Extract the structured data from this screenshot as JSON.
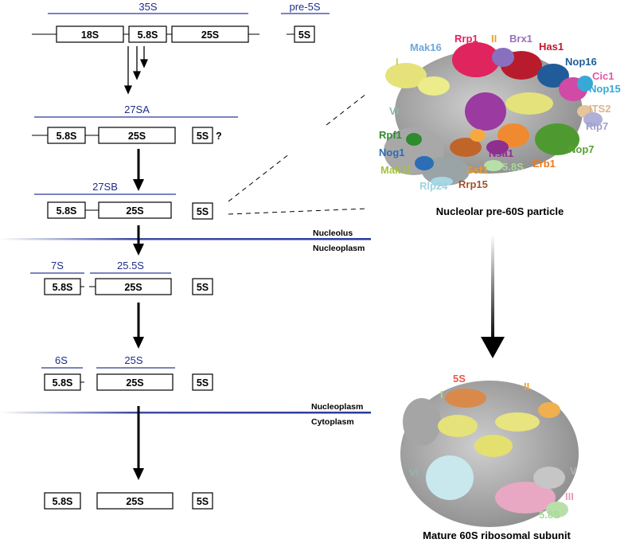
{
  "precursors": {
    "r35S": "35S",
    "pre5S": "pre-5S",
    "r27SA": "27SA",
    "r27SB": "27SB",
    "r7S": "7S",
    "r25_5S": "25.5S",
    "r6S": "6S",
    "r25S": "25S"
  },
  "rna": {
    "s18": "18S",
    "s58": "5.8S",
    "s25": "25S",
    "s5": "5S",
    "question": "?"
  },
  "compartments": {
    "nucleolus": "Nucleolus",
    "nucleoplasm_1": "Nucleoplasm",
    "nucleoplasm_2": "Nucleoplasm",
    "cytoplasm": "Cytoplasm"
  },
  "pre60s": {
    "caption": "Nucleolar pre-60S particle",
    "labels": [
      {
        "text": "Mak16",
        "color": "#6fa8dc"
      },
      {
        "text": "Rrp1",
        "color": "#e0245e"
      },
      {
        "text": "II",
        "color": "#f0a030"
      },
      {
        "text": "Brx1",
        "color": "#9a6fc0"
      },
      {
        "text": "Has1",
        "color": "#c0172b"
      },
      {
        "text": "Nop16",
        "color": "#1f5c99"
      },
      {
        "text": "I",
        "color": "#c8d25a"
      },
      {
        "text": "Cic1",
        "color": "#e05aa0"
      },
      {
        "text": "Nop15",
        "color": "#38a9d6"
      },
      {
        "text": "VI",
        "color": "#8fb8b0"
      },
      {
        "text": "ITS2",
        "color": "#d9b48a"
      },
      {
        "text": "Rpf1",
        "color": "#2e8b2e"
      },
      {
        "text": "Rlp7",
        "color": "#9ea0cc"
      },
      {
        "text": "Nog1",
        "color": "#2d6db5"
      },
      {
        "text": "Nsa1",
        "color": "#8e2e8e"
      },
      {
        "text": "Nop7",
        "color": "#58a02e"
      },
      {
        "text": "Mak11",
        "color": "#a6c23c"
      },
      {
        "text": "Ssf1",
        "color": "#f0962a"
      },
      {
        "text": "5.8S",
        "color": "#a8d89a"
      },
      {
        "text": "Erb1",
        "color": "#e87a20"
      },
      {
        "text": "Rlp24",
        "color": "#9ed2e0"
      },
      {
        "text": "Rrp15",
        "color": "#a0522d"
      }
    ]
  },
  "mature60s": {
    "caption": "Mature 60S ribosomal subunit",
    "labels": [
      {
        "text": "5S",
        "color": "#e85a4a"
      },
      {
        "text": "I",
        "color": "#c8d25a"
      },
      {
        "text": "II",
        "color": "#f0a030"
      },
      {
        "text": "VI",
        "color": "#8fb8b0"
      },
      {
        "text": "V",
        "color": "#b0b0b0"
      },
      {
        "text": "III",
        "color": "#e89ab8"
      },
      {
        "text": "5.8S",
        "color": "#a8d89a"
      }
    ]
  },
  "colors": {
    "precursor_label": "#1f2e8a",
    "precursor_line": "#2a3a9a",
    "box_line": "#000000"
  }
}
